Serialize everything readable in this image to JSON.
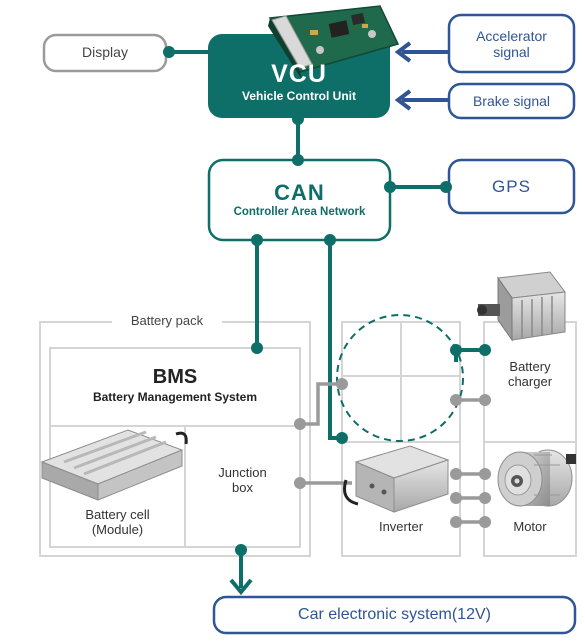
{
  "vcu": {
    "title": "VCU",
    "subtitle": "Vehicle Control Unit"
  },
  "display": {
    "label": "Display"
  },
  "accelerator": {
    "line1": "Accelerator",
    "line2": "signal"
  },
  "brake": {
    "label": "Brake signal"
  },
  "can": {
    "title": "CAN",
    "subtitle": "Controller Area Network"
  },
  "gps": {
    "label": "GPS"
  },
  "battery_pack": {
    "label": "Battery pack",
    "bms_title": "BMS",
    "bms_subtitle": "Battery Management System",
    "cell_line1": "Battery cell",
    "cell_line2": "(Module)",
    "junction_line1": "Junction",
    "junction_line2": "box"
  },
  "charger": {
    "line1": "Battery",
    "line2": "charger"
  },
  "inverter": {
    "label": "Inverter"
  },
  "motor": {
    "label": "Motor"
  },
  "car_system": {
    "label": "Car electronic system(12V)"
  },
  "colors": {
    "teal": "#0e6e68",
    "blue": "#2f5597",
    "gray": "#9a9a9a",
    "panel_border": "#d5d5d5"
  }
}
